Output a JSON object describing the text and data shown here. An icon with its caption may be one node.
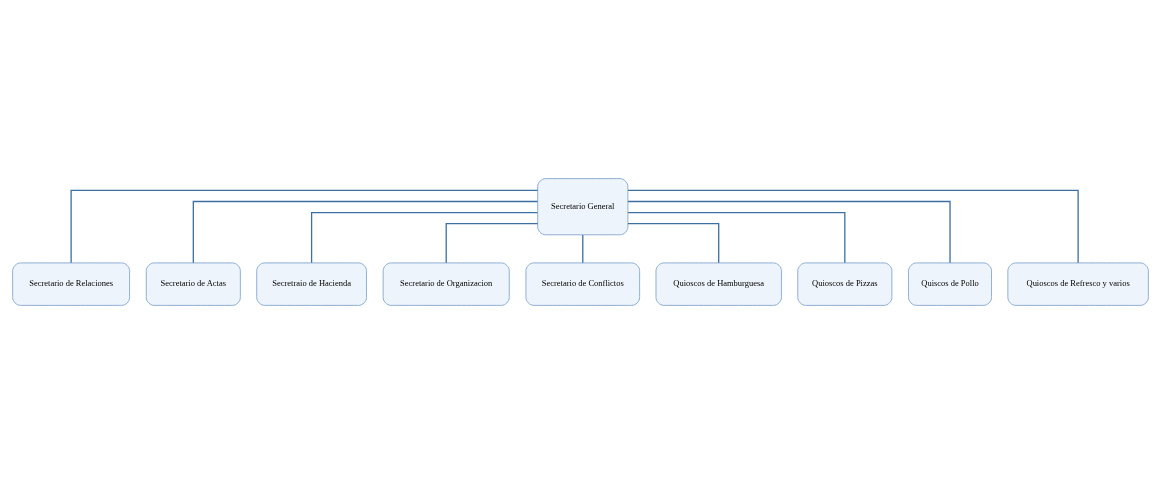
{
  "diagram": {
    "nodes": [
      {
        "text": [
          "Secretario General"
        ]
      },
      {
        "text": [
          "Secretario de Relaciones"
        ]
      },
      {
        "text": [
          "Secretario de Actas"
        ]
      },
      {
        "text": [
          "Secretraio de Hacienda"
        ]
      },
      {
        "text": [
          "Secretario de Organizacion"
        ]
      },
      {
        "text": [
          "Secretario de Conflictos"
        ]
      },
      {
        "text": [
          "Quioscos de Hamburguesa"
        ]
      },
      {
        "text": [
          "Quioscos de Pizzas"
        ]
      },
      {
        "text": [
          "Quiscos de Pollo"
        ]
      },
      {
        "text": [
          "Quioscos de Refresco y varios"
        ]
      }
    ],
    "edges": [
      {
        "from": 0,
        "to": 1,
        "arrow": "none"
      },
      {
        "from": 0,
        "to": 2,
        "arrow": "none"
      },
      {
        "from": 0,
        "to": 3,
        "arrow": "none"
      },
      {
        "from": 0,
        "to": 4,
        "arrow": "none"
      },
      {
        "from": 0,
        "to": 5,
        "arrow": "none"
      },
      {
        "from": 0,
        "to": 6,
        "arrow": "none"
      },
      {
        "from": 0,
        "to": 7,
        "arrow": "none"
      },
      {
        "from": 0,
        "to": 8,
        "arrow": "none"
      },
      {
        "from": 0,
        "to": 9,
        "arrow": "none"
      }
    ]
  }
}
